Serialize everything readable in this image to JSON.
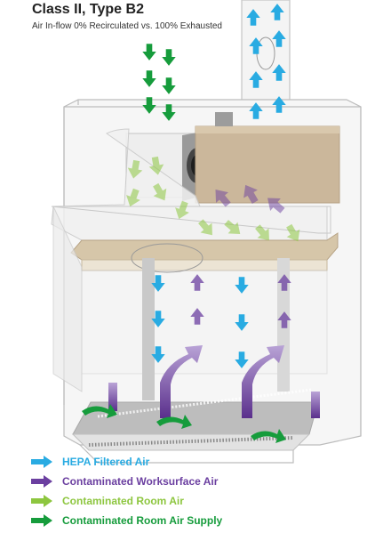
{
  "header": {
    "title": "Class II, Type B2",
    "subtitle": "Air In-flow 0% Recirculated vs. 100% Exhausted"
  },
  "colors": {
    "hepa": "#29abe2",
    "worksurface": "#6b3fa0",
    "room": "#8dc63f",
    "room_supply": "#169c3c",
    "cabinet_line": "#b9b9b9",
    "blower_tan": "#cbb79b"
  },
  "legend": [
    {
      "label": "HEPA Filtered Air",
      "color": "#29abe2",
      "icon": "blue-arrow-icon"
    },
    {
      "label": "Contaminated Worksurface Air",
      "color": "#6b3fa0",
      "icon": "purple-arrow-icon"
    },
    {
      "label": "Contaminated Room Air",
      "color": "#8dc63f",
      "icon": "light-green-arrow-icon"
    },
    {
      "label": "Contaminated Room Air Supply",
      "color": "#169c3c",
      "icon": "dark-green-arrow-icon"
    }
  ]
}
